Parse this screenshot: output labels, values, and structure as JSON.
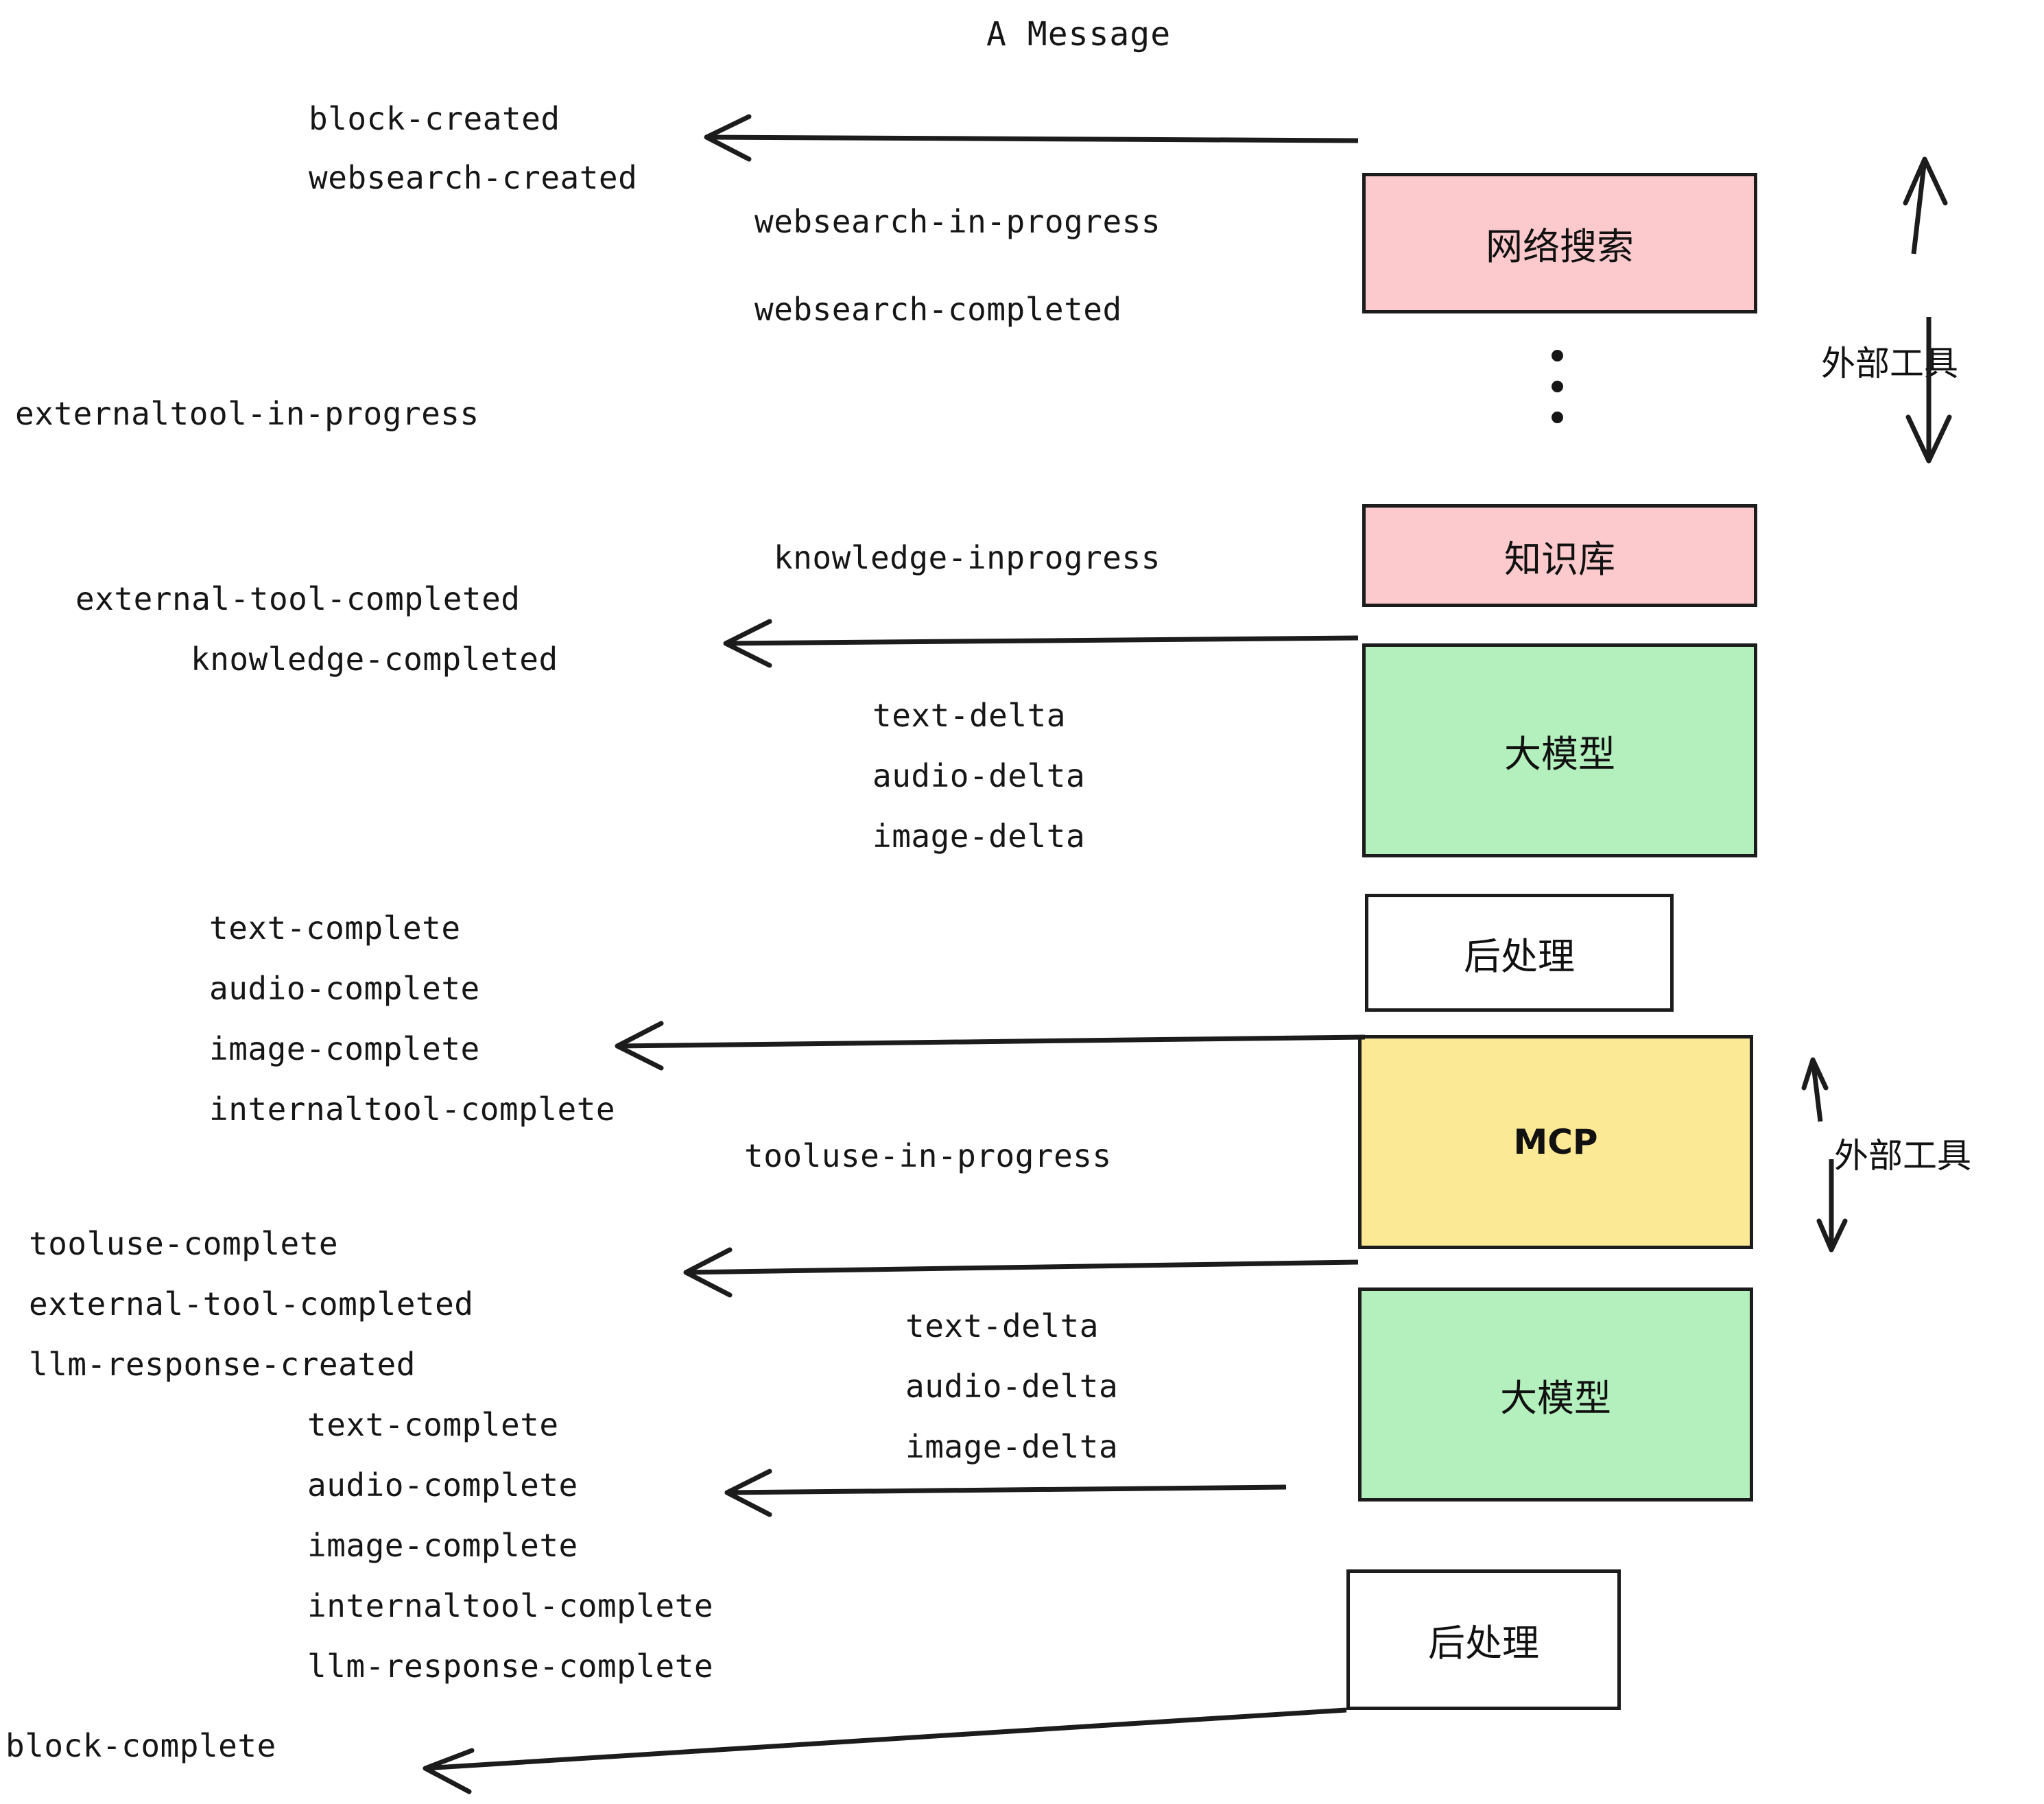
{
  "diagram": {
    "title": "A Message",
    "type": "sequence-flow",
    "colors": {
      "pink": "#fccacd",
      "green": "#b4f0bd",
      "yellow": "#fce996",
      "white": "#ffffff",
      "stroke": "#1c1c1c",
      "text": "#161616"
    },
    "nodes": [
      {
        "id": "websearch",
        "label": "网络搜索",
        "fill": "pink"
      },
      {
        "id": "knowledge",
        "label": "知识库",
        "fill": "pink"
      },
      {
        "id": "llm-1",
        "label": "大模型",
        "fill": "green"
      },
      {
        "id": "postprocess-1",
        "label": "后处理",
        "fill": "white"
      },
      {
        "id": "mcp",
        "label": "MCP",
        "fill": "yellow"
      },
      {
        "id": "llm-2",
        "label": "大模型",
        "fill": "green"
      },
      {
        "id": "postprocess-2",
        "label": "后处理",
        "fill": "white"
      }
    ],
    "side_annotations": [
      {
        "id": "external-tools-top",
        "label": "外部工具"
      },
      {
        "id": "external-tools-bottom",
        "label": "外部工具"
      }
    ],
    "ellipsis": {
      "id": "vertical-ellipsis",
      "dots": 3
    },
    "events": {
      "block_created": "block-created",
      "websearch_created": "websearch-created",
      "websearch_in_progress": "websearch-in-progress",
      "websearch_completed": "websearch-completed",
      "externaltool_in_progress": "externaltool-in-progress",
      "knowledge_inprogress": "knowledge-inprogress",
      "external_tool_completed_1": "external-tool-completed",
      "knowledge_completed": "knowledge-completed",
      "text_delta_1": "text-delta",
      "audio_delta_1": "audio-delta",
      "image_delta_1": "image-delta",
      "text_complete_1": "text-complete",
      "audio_complete_1": "audio-complete",
      "image_complete_1": "image-complete",
      "internaltool_complete_1": "internaltool-complete",
      "tooluse_in_progress": "tooluse-in-progress",
      "tooluse_complete": "tooluse-complete",
      "external_tool_completed_2": "external-tool-completed",
      "llm_response_created": "llm-response-created",
      "text_delta_2": "text-delta",
      "audio_delta_2": "audio-delta",
      "image_delta_2": "image-delta",
      "text_complete_2": "text-complete",
      "audio_complete_2": "audio-complete",
      "image_complete_2": "image-complete",
      "internaltool_complete_2": "internaltool-complete",
      "llm_response_complete": "llm-response-complete",
      "block_complete": "block-complete"
    }
  }
}
